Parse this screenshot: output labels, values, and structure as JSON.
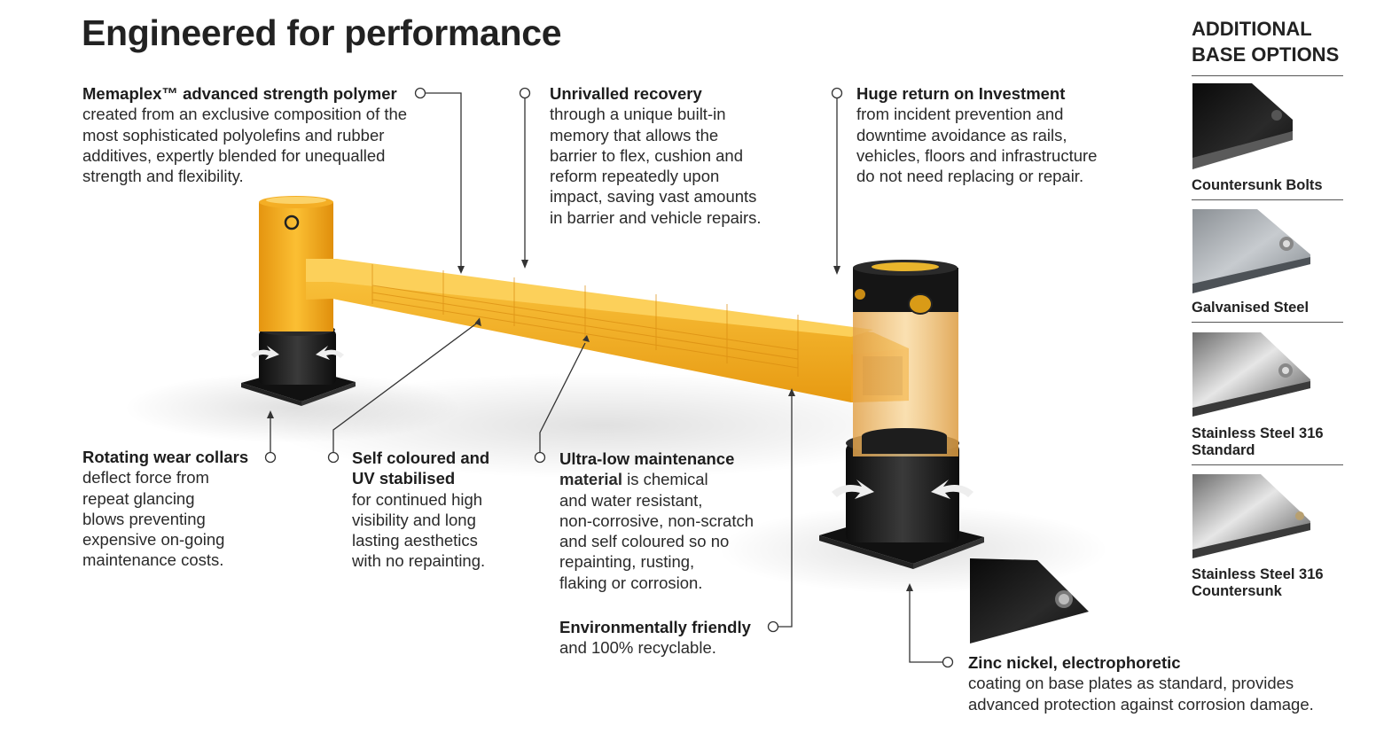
{
  "title": "Engineered for performance",
  "features": {
    "polymer": {
      "heading": "Memaplex™ advanced strength polymer",
      "lines": [
        "created from an exclusive composition of the",
        "most sophisticated polyolefins and rubber",
        "additives, expertly blended for unequalled",
        "strength and flexibility."
      ]
    },
    "recovery": {
      "heading": "Unrivalled recovery",
      "lines": [
        "through a unique built-in",
        "memory that allows the",
        "barrier to flex, cushion and",
        "reform repeatedly upon",
        "impact, saving vast amounts",
        "in barrier and vehicle repairs."
      ]
    },
    "roi": {
      "heading": "Huge return on Investment",
      "lines": [
        "from incident prevention and",
        "downtime avoidance as rails,",
        "vehicles, floors and infrastructure",
        "do not need replacing or repair."
      ]
    },
    "collars": {
      "heading": "Rotating wear collars",
      "lines": [
        "deflect force from",
        "repeat glancing",
        "blows preventing",
        "expensive on-going",
        "maintenance costs."
      ]
    },
    "uv": {
      "heading_lines": [
        "Self coloured and",
        "UV stabilised"
      ],
      "lines": [
        "for continued high",
        "visibility and long",
        "lasting aesthetics",
        "with no repainting."
      ]
    },
    "maintenance": {
      "heading_lines": [
        "Ultra-low maintenance",
        "material"
      ],
      "heading_tail": " is chemical",
      "lines": [
        "and water resistant,",
        "non-corrosive, non-scratch",
        "and self coloured so no",
        "repainting, rusting,",
        "flaking or corrosion."
      ]
    },
    "environment": {
      "heading": "Environmentally friendly",
      "lines": [
        "and 100% recyclable."
      ]
    },
    "zinc": {
      "heading": "Zinc nickel, electrophoretic",
      "lines": [
        "coating on base plates as standard, provides",
        "advanced protection against corrosion damage."
      ]
    }
  },
  "base_options": {
    "title_lines": [
      "ADDITIONAL",
      "BASE OPTIONS"
    ],
    "items": [
      {
        "label_lines": [
          "Countersunk Bolts"
        ],
        "finish": "black"
      },
      {
        "label_lines": [
          "Galvanised Steel"
        ],
        "finish": "galvanised"
      },
      {
        "label_lines": [
          "Stainless Steel 316",
          "Standard"
        ],
        "finish": "stainless"
      },
      {
        "label_lines": [
          "Stainless Steel 316",
          "Countersunk"
        ],
        "finish": "stainless"
      }
    ]
  },
  "colors": {
    "barrier_yellow": "#f2a51c",
    "barrier_yellow_light": "#f9c23c",
    "collar_black": "#1a1a1a",
    "text": "#222222",
    "callout_line": "#333333"
  }
}
